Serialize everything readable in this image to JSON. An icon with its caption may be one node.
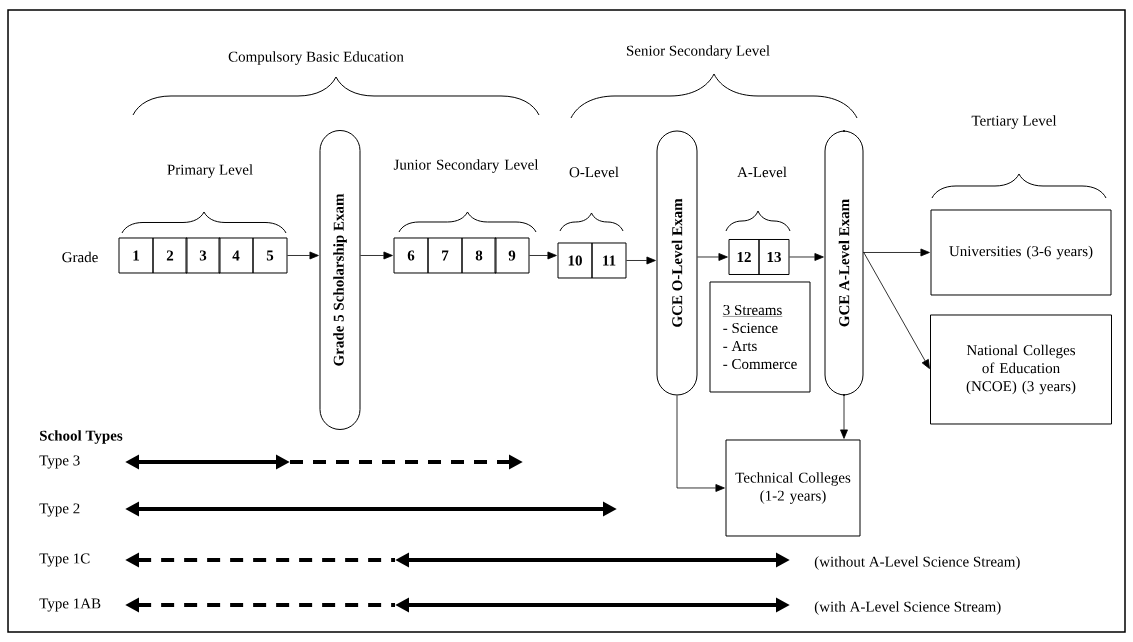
{
  "diagram": {
    "nodes": [
      {
        "text": [
          "1"
        ]
      },
      {
        "text": [
          "2"
        ]
      },
      {
        "text": [
          "3"
        ]
      },
      {
        "text": [
          "4"
        ]
      },
      {
        "text": [
          "5"
        ]
      },
      {
        "text": [
          "Grade 5 Scholarship Exam"
        ]
      },
      {
        "text": [
          "6"
        ]
      },
      {
        "text": [
          "7"
        ]
      },
      {
        "text": [
          "8"
        ]
      },
      {
        "text": [
          "9"
        ]
      },
      {
        "text": [
          "10"
        ]
      },
      {
        "text": [
          "11"
        ]
      },
      {
        "text": [
          "GCE O-Level Exam"
        ]
      },
      {
        "text": [
          "12"
        ]
      },
      {
        "text": [
          "13"
        ]
      },
      {
        "text": [
          "GCE A-Level Exam"
        ]
      },
      {
        "text": [
          "Universities (3-6 years)"
        ]
      },
      {
        "text": [
          "National Colleges of Education (NCOE) (3 years)"
        ]
      },
      {
        "text": [
          "Technical Colleges (1-2 years)"
        ]
      },
      {
        "text": [
          "3 Streams",
          "- Science",
          "- Arts",
          "- Commerce"
        ]
      }
    ],
    "edges": [
      {
        "from": 4,
        "to": 5,
        "arrow": "to"
      },
      {
        "from": 5,
        "to": 6,
        "arrow": "to"
      },
      {
        "from": 9,
        "to": 10,
        "arrow": "to"
      },
      {
        "from": 11,
        "to": 12,
        "arrow": "to"
      },
      {
        "from": 12,
        "to": 13,
        "arrow": "to"
      },
      {
        "from": 14,
        "to": 15,
        "arrow": "to"
      },
      {
        "from": 15,
        "to": 16,
        "arrow": "to"
      },
      {
        "from": 15,
        "to": 17,
        "arrow": "to"
      },
      {
        "from": 12,
        "to": 18,
        "arrow": "to"
      },
      {
        "from": 15,
        "to": 18,
        "arrow": "to"
      }
    ],
    "labels": [
      "Compulsory Basic Education",
      "Senior Secondary Level",
      "Primary Level",
      "Junior Secondary Level",
      "O-Level",
      "A-Level",
      "Tertiary Level",
      "Grade",
      "School Types",
      "Type 3",
      "Type 2",
      "Type 1C",
      "(without A-Level Science Stream)",
      "Type 1AB",
      "(with A-Level Science Stream)"
    ]
  }
}
